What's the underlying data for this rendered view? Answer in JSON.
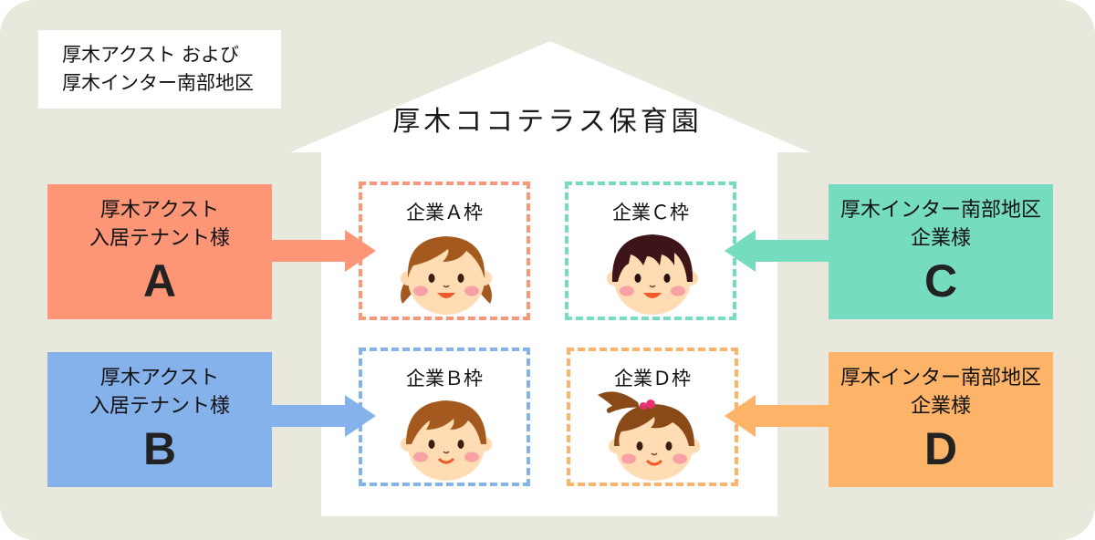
{
  "region": {
    "line1": "厚木アクスト および",
    "line2": "厚木インター南部地区"
  },
  "nursery": {
    "title": "厚木ココテラス保育園"
  },
  "tenants": {
    "a": {
      "line1": "厚木アクスト",
      "line2": "入居テナント様",
      "letter": "A",
      "color": "#fc9677"
    },
    "b": {
      "line1": "厚木アクスト",
      "line2": "入居テナント様",
      "letter": "B",
      "color": "#86b2ec"
    },
    "c": {
      "line1": "厚木インター南部地区",
      "line2": "企業様",
      "letter": "C",
      "color": "#76dcc0"
    },
    "d": {
      "line1": "厚木インター南部地区",
      "line2": "企業様",
      "letter": "D",
      "color": "#fdb368"
    }
  },
  "slots": {
    "a": {
      "label": "企業Ａ枠",
      "color": "#fc9677"
    },
    "b": {
      "label": "企業Ｂ枠",
      "color": "#86b2ec"
    },
    "c": {
      "label": "企業Ｃ枠",
      "color": "#76dcc0"
    },
    "d": {
      "label": "企業Ｄ枠",
      "color": "#fdb368"
    }
  }
}
